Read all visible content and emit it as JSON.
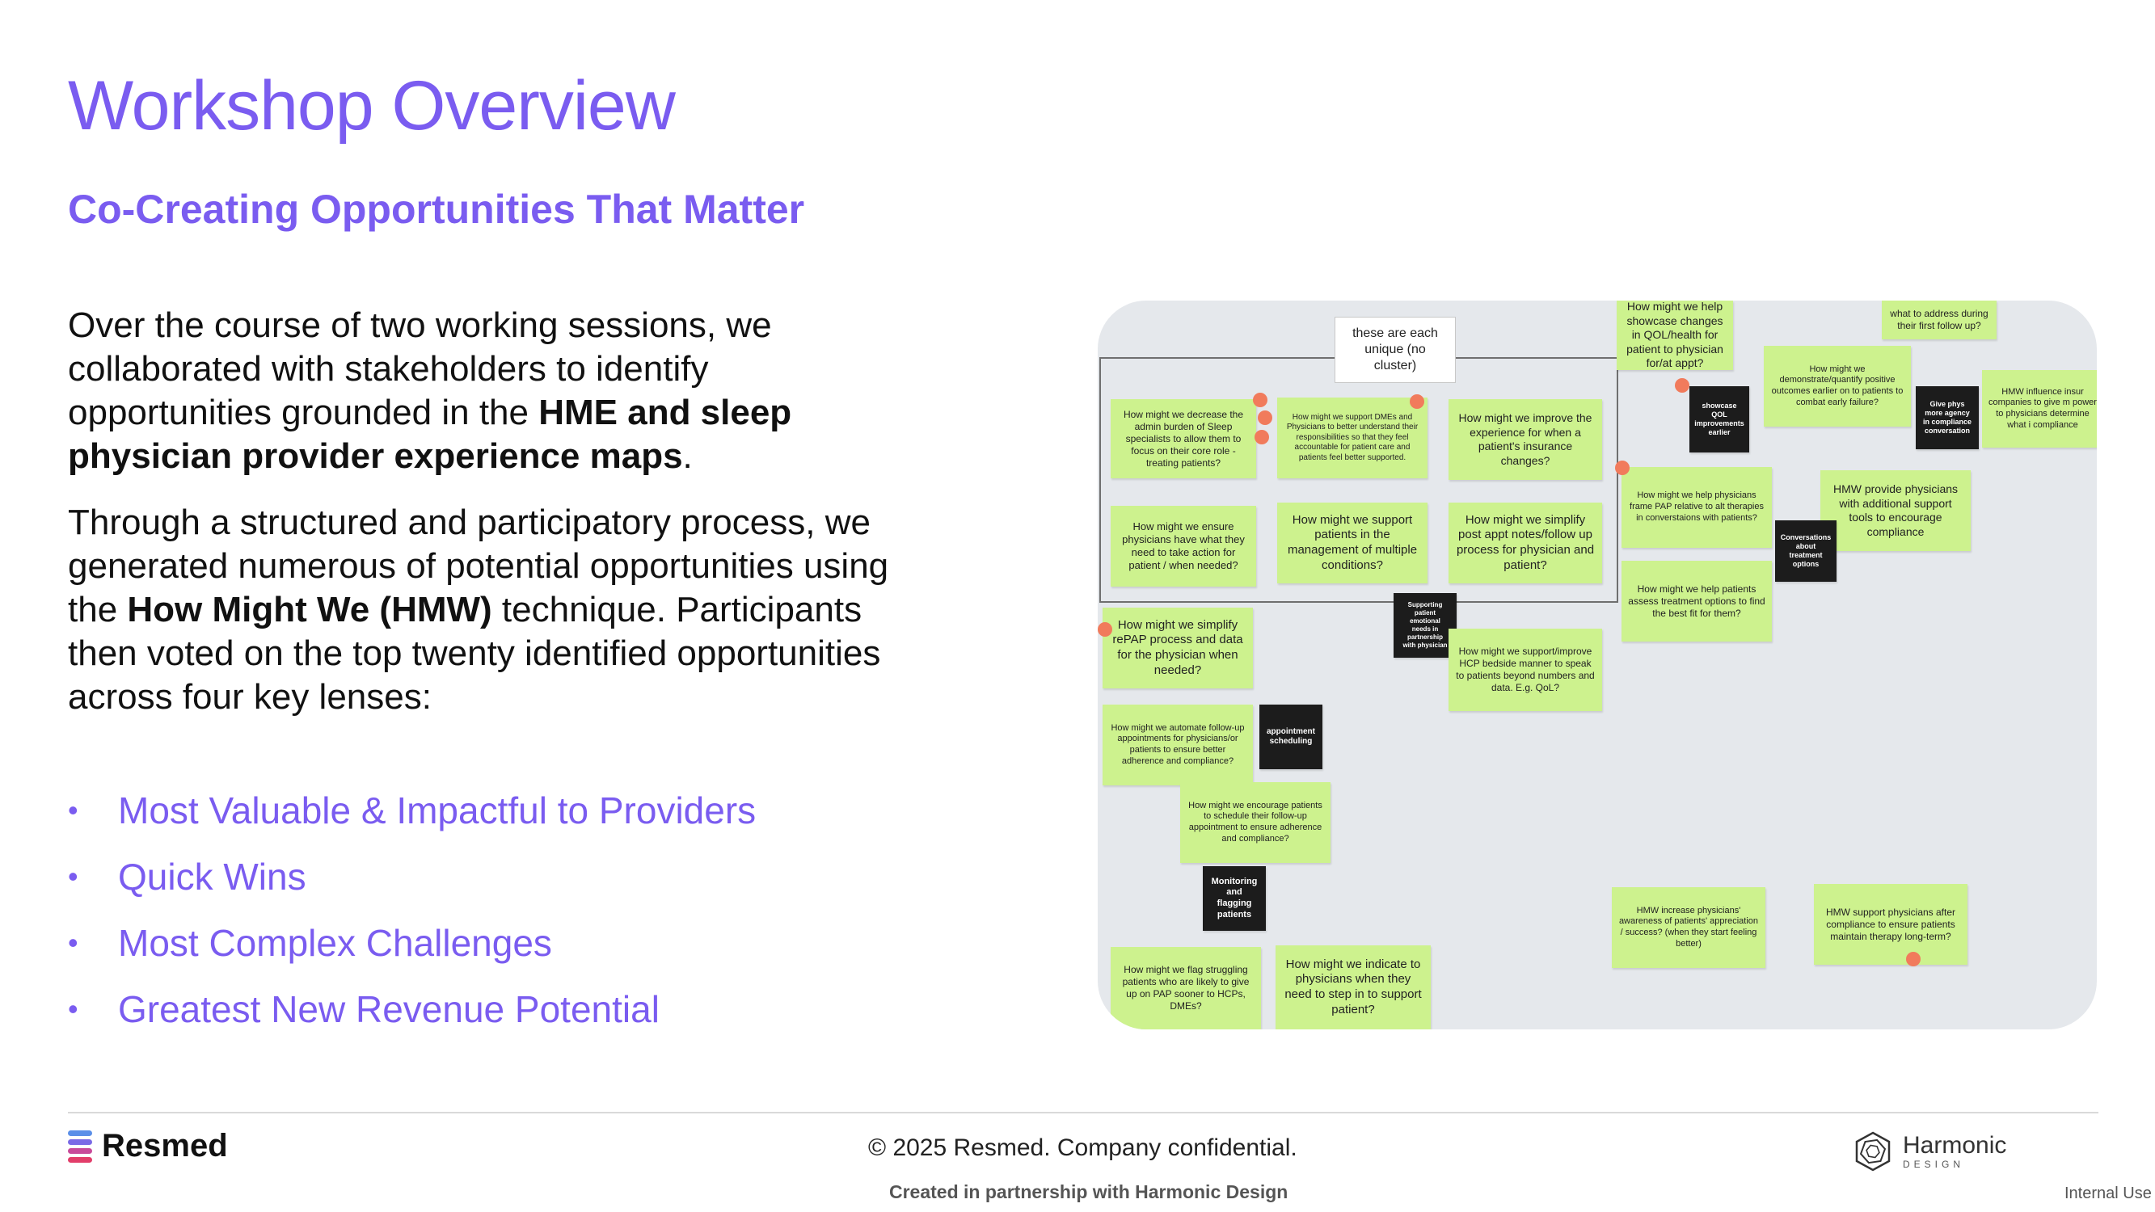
{
  "page": {
    "title": "Workshop Overview",
    "subtitle": "Co-Creating Opportunities That Matter"
  },
  "body": {
    "p1_a": "Over the course of two working sessions, we collaborated with stakeholders to identify opportunities grounded in the ",
    "p1_bold": "HME and sleep physician provider experience maps",
    "p1_end": ".",
    "p2_a": "Through a structured and participatory process, we generated numerous of potential opportunities using the ",
    "p2_bold": "How Might We (HMW)",
    "p2_b": " technique. Participants then voted on the top twenty identified opportunities across four key lenses:"
  },
  "bullets": [
    "Most Valuable & Impactful to Providers",
    "Quick Wins",
    "Most Complex Challenges",
    "Greatest New Revenue Potential"
  ],
  "board": {
    "notes": [
      "these are each unique (no cluster)",
      "How might we help showcase changes in QOL/health for patient to physician for/at appt?",
      "what to address during their first follow up?",
      "How might we decrease the admin burden of Sleep specialists to allow them to focus on their core role - treating patients?",
      "How might we support DMEs and Physicians to better understand their responsibilities so that they feel accountable for patient care and patients feel better supported.",
      "How might we improve the experience for when a patient's insurance changes?",
      "showcase QOL improvements earlier",
      "How might we demonstrate/quantify positive outcomes earlier on to patients to combat early failure?",
      "Give phys more agency in compliance conversation",
      "HMW influence insur companies to give m power to physicians determine what i compliance",
      "How might we ensure physicians have what they need to take action for patient / when needed?",
      "How might we support patients in the management of multiple conditions?",
      "How might we simplify post appt notes/follow up process for physician and patient?",
      "How might we help physicians frame PAP relative to alt therapies in converstaions with patients?",
      "HMW provide physicians with additional support tools to encourage compliance",
      "Conversations about treatment options",
      "How might we help patients assess treatment options to find the best fit for them?",
      "How might we simplify rePAP process and data for the physician when needed?",
      "Supporting patient emotional needs in partnership with physician",
      "How might we support/improve HCP bedside manner to speak to patients beyond numbers and data. E.g. QoL?",
      "How might we automate follow-up appointments for physicians/or patients to ensure better adherence and compliance?",
      "appointment scheduling",
      "How might we encourage patients to schedule their follow-up appointment to ensure adherence and compliance?",
      "Monitoring and flagging patients",
      "HMW increase physicians' awareness of patients' appreciation / success? (when they start feeling better)",
      "HMW support physicians after compliance to ensure patients maintain therapy long-term?",
      "How might we flag struggling patients who are likely to give up on PAP sooner to HCPs, DMEs?",
      "How might we indicate to physicians when they need to step in to support patient?"
    ]
  },
  "footer": {
    "logo": "Resmed",
    "copyright": "© 2025 Resmed. Company confidential.",
    "partner": "Created in partnership with Harmonic Design",
    "harmonic_name": "Harmonic",
    "harmonic_sub": "DESIGN",
    "internal": "Internal Use"
  },
  "colors": {
    "accent": "#7a5cf0",
    "sticky": "#cdf28e",
    "board_bg": "#e5e8ec",
    "vote_dot": "#f17b5c"
  }
}
